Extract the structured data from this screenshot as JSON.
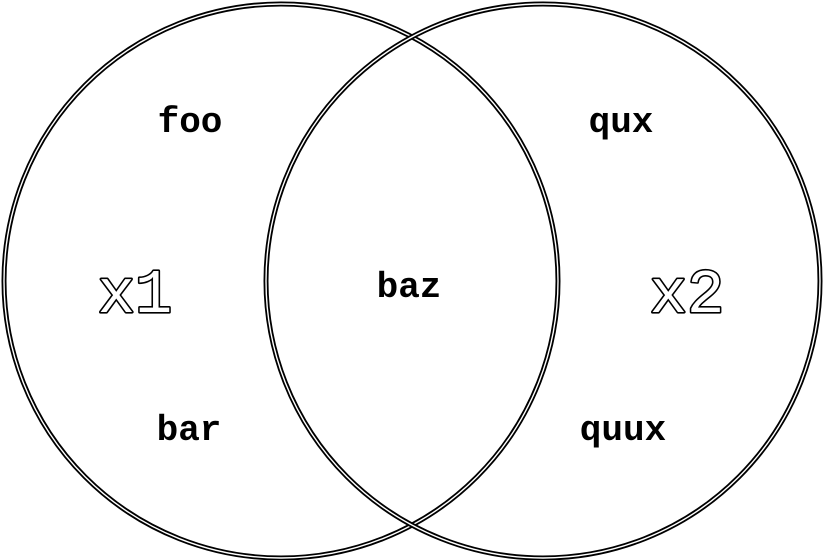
{
  "diagram": {
    "sets": [
      {
        "name": "x1"
      },
      {
        "name": "x2"
      }
    ],
    "regions": {
      "left_top": "foo",
      "left_bottom": "bar",
      "intersection": "baz",
      "right_top": "qux",
      "right_bottom": "quux"
    },
    "colors": {
      "stroke": "#000000",
      "background": "#ffffff"
    }
  }
}
